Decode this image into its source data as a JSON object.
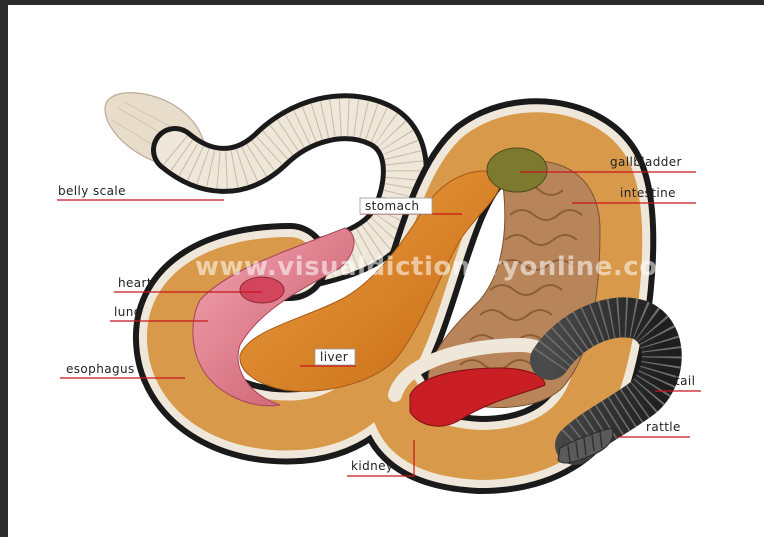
{
  "labels": {
    "belly_scale": "belly scale",
    "stomach": "stomach",
    "gallbladder": "gallbladder",
    "intestine": "intestine",
    "heart": "heart",
    "lung": "lung",
    "esophagus": "esophagus",
    "liver": "liver",
    "tail": "tail",
    "rattle": "rattle",
    "kidney": "kidney"
  },
  "watermark": "www.visualdictionaryonline.com",
  "colors": {
    "leader": "#c8161a",
    "body_outline": "#1a1a1a",
    "belly": "#efe7da",
    "stomach": "#e08a2a",
    "lung": "#e07a8c",
    "intestine": "#b8855a",
    "gallbladder": "#7d7a30",
    "kidney": "#c81e24",
    "rattle": "#5a5a5a"
  }
}
